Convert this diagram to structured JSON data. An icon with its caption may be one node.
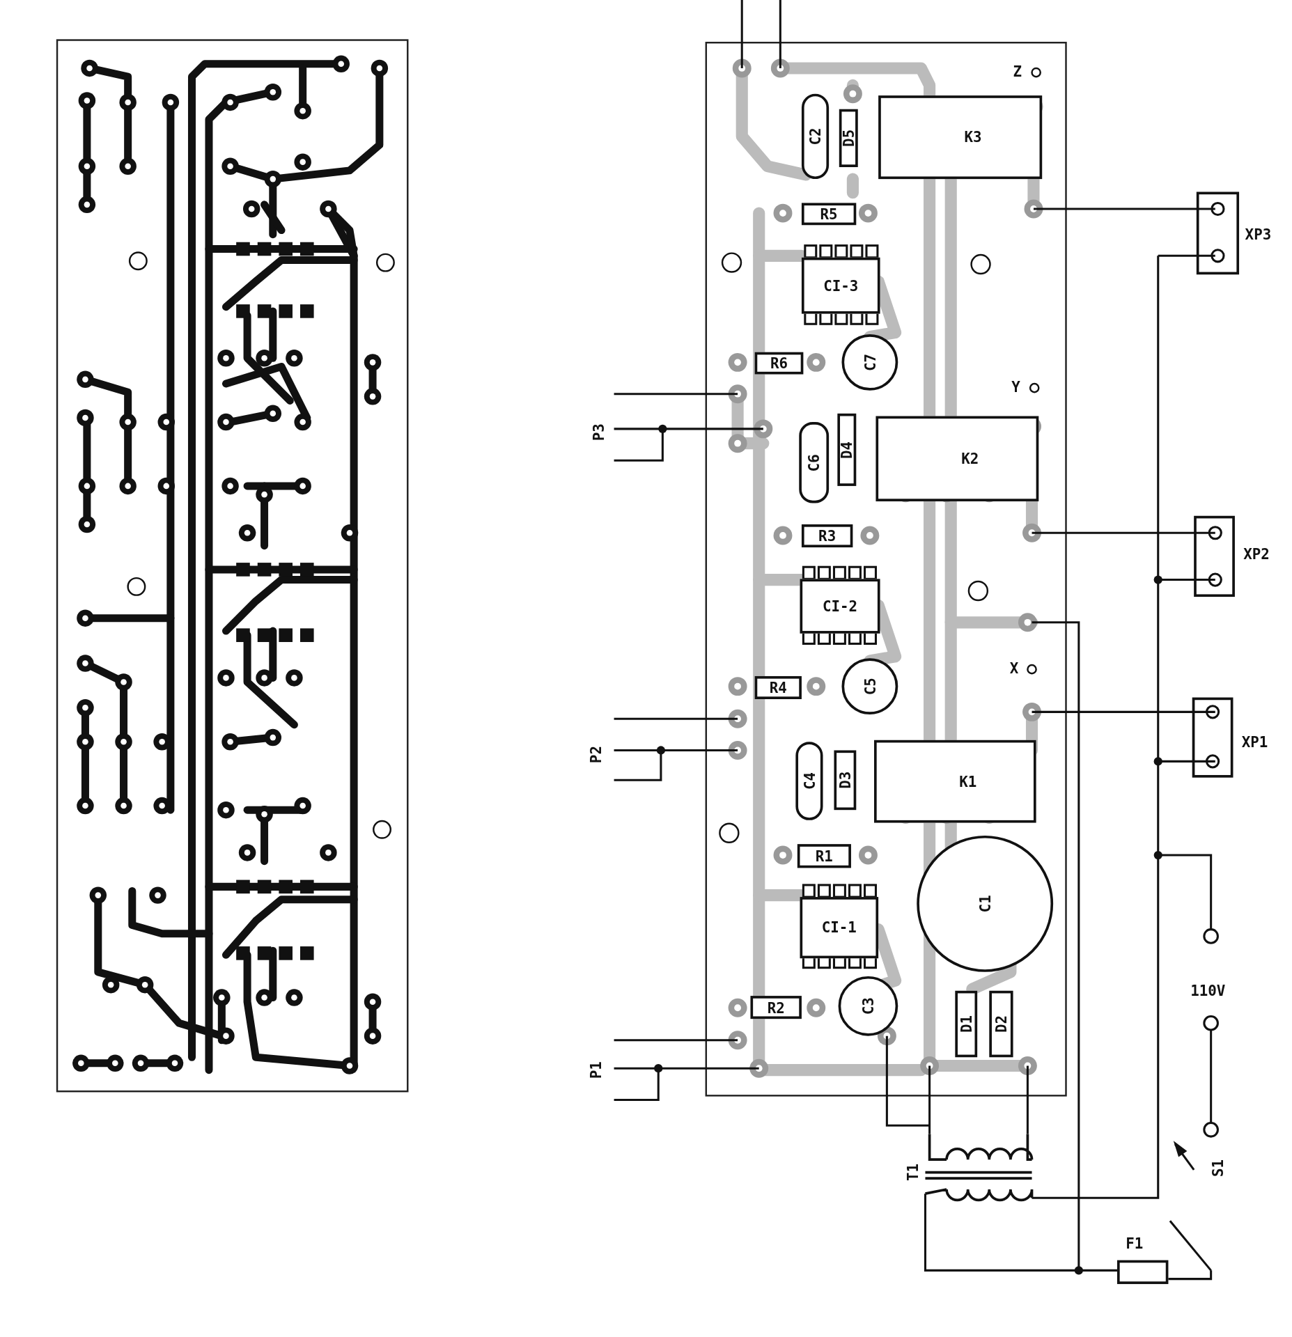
{
  "diagram": {
    "nodes": [
      {
        "text": [
          "C2"
        ]
      },
      {
        "text": [
          "D5"
        ]
      },
      {
        "text": [
          "K3"
        ]
      },
      {
        "text": [
          "R5"
        ]
      },
      {
        "text": [
          "CI-3"
        ]
      },
      {
        "text": [],
        "shape": "box",
        "beside": [
          "XP3"
        ]
      },
      {
        "text": [
          "R6"
        ]
      },
      {
        "text": [
          "C7"
        ]
      },
      {
        "text": [
          "C6"
        ]
      },
      {
        "text": [
          "D4"
        ]
      },
      {
        "text": [
          "K2"
        ]
      },
      {
        "text": [
          "R3"
        ]
      },
      {
        "text": [],
        "shape": "box",
        "beside": [
          "XP2"
        ]
      },
      {
        "text": [
          "CI-2"
        ]
      },
      {
        "text": [
          "R4"
        ]
      },
      {
        "text": [
          "C5"
        ]
      },
      {
        "text": [],
        "shape": "box",
        "beside": [
          "XP1"
        ]
      },
      {
        "text": [
          "C4"
        ]
      },
      {
        "text": [
          "D3"
        ]
      },
      {
        "text": [
          "K1"
        ]
      },
      {
        "text": [
          "R1"
        ]
      },
      {
        "text": [
          "CI-1"
        ]
      },
      {
        "text": [
          "C1"
        ]
      },
      {
        "text": [
          "R2"
        ]
      },
      {
        "text": [
          "C3"
        ]
      },
      {
        "text": [
          "D1"
        ]
      },
      {
        "text": [
          "D2"
        ]
      },
      {
        "text": [],
        "shape": "box",
        "beside": [
          "F1"
        ]
      }
    ],
    "labels": [
      "Z",
      "Y",
      "P3",
      "X",
      "P2",
      "110V",
      "P1",
      "T1",
      "S1"
    ]
  }
}
